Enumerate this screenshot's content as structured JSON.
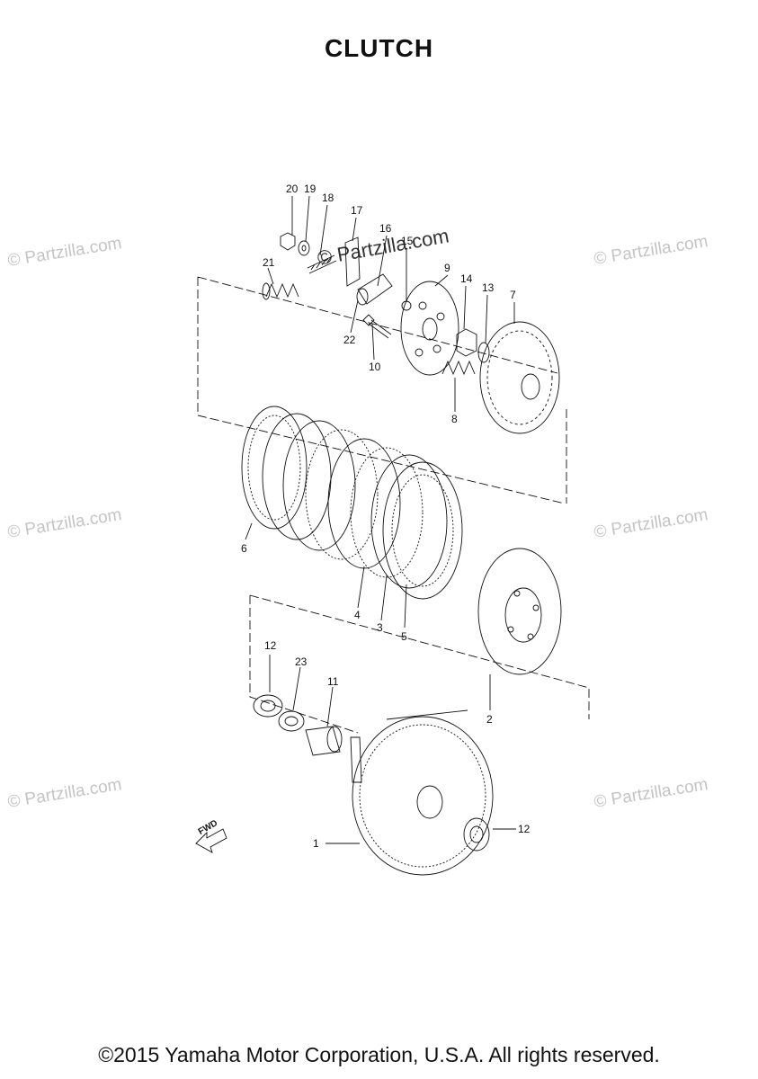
{
  "title": "CLUTCH",
  "copyright": "©2015 Yamaha Motor Corporation, U.S.A. All rights reserved.",
  "watermark": "© Partzilla.com",
  "center_watermark": "© Partzilla.com",
  "fwd_label": "FWD",
  "parts": {
    "p1": "1",
    "p2": "2",
    "p3": "3",
    "p4": "4",
    "p5": "5",
    "p6": "6",
    "p7": "7",
    "p8": "8",
    "p9": "9",
    "p10": "10",
    "p11": "11",
    "p12a": "12",
    "p12b": "12",
    "p13": "13",
    "p14": "14",
    "p15": "15",
    "p16": "16",
    "p17": "17",
    "p18": "18",
    "p19": "19",
    "p20": "20",
    "p21": "21",
    "p22": "22",
    "p23": "23"
  }
}
